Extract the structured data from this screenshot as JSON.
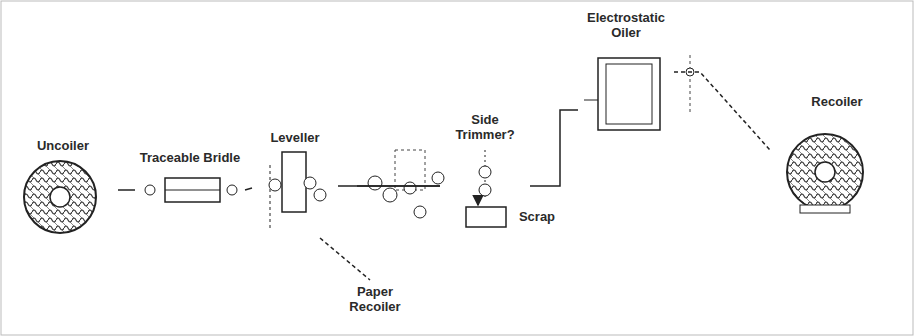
{
  "diagram": {
    "nodes": [
      {
        "text": [
          "Uncoiler"
        ]
      },
      {
        "text": [
          "Traceable Bridle"
        ]
      },
      {
        "text": [
          "Leveller"
        ]
      },
      {
        "text": [
          "Side Trimmer?"
        ]
      },
      {
        "text": [
          "Scrap"
        ]
      },
      {
        "text": [
          "Electrostatic Oiler"
        ]
      },
      {
        "text": [
          "Recoiler"
        ]
      },
      {
        "text": [
          "Paper Recoiler"
        ]
      }
    ],
    "edges": [
      {
        "from": 0,
        "to": 1,
        "arrow": "none"
      },
      {
        "from": 1,
        "to": 2,
        "arrow": "none"
      },
      {
        "from": 2,
        "to": 3,
        "arrow": "none"
      },
      {
        "from": 3,
        "to": 4,
        "arrow": "to"
      },
      {
        "from": 3,
        "to": 5,
        "arrow": "none"
      },
      {
        "from": 5,
        "to": 6,
        "arrow": "none"
      },
      {
        "from": 2,
        "to": 7,
        "arrow": "none"
      }
    ]
  }
}
